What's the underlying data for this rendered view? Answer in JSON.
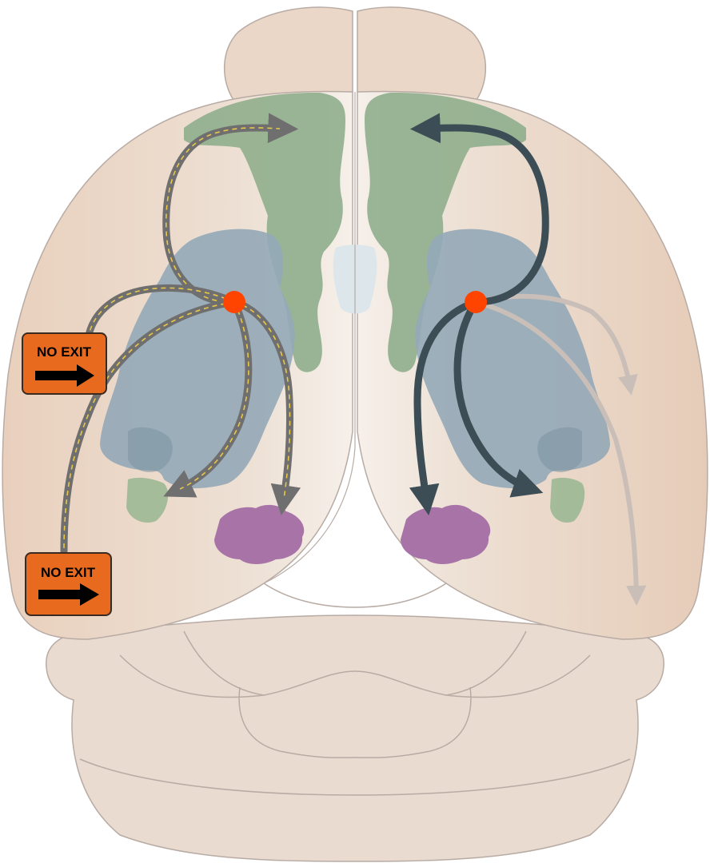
{
  "colors": {
    "background": "#ffffff",
    "brain_fill": "#e8d2c0",
    "brain_outline": "#b8aba4",
    "brain_highlight": "#f3ece6",
    "frontal_green": "#8fae8c",
    "striatum_blue": "#93a9b7",
    "ventricle": "#dde6ea",
    "thalamus_purple": "#a874a8",
    "amygdala_green": "#9cb894",
    "origin_dot": "#ff4400",
    "left_path": "#6f6f6f",
    "left_path_dash": "#e8c74a",
    "right_path": "#3c4d55",
    "faded_path": "#c9bfb8",
    "sign_fill": "#e86a1e",
    "sign_text": "#000000"
  },
  "signs": [
    {
      "id": "sign-no-exit-upper",
      "text": "NO EXIT"
    },
    {
      "id": "sign-no-exit-lower",
      "text": "NO EXIT"
    }
  ]
}
